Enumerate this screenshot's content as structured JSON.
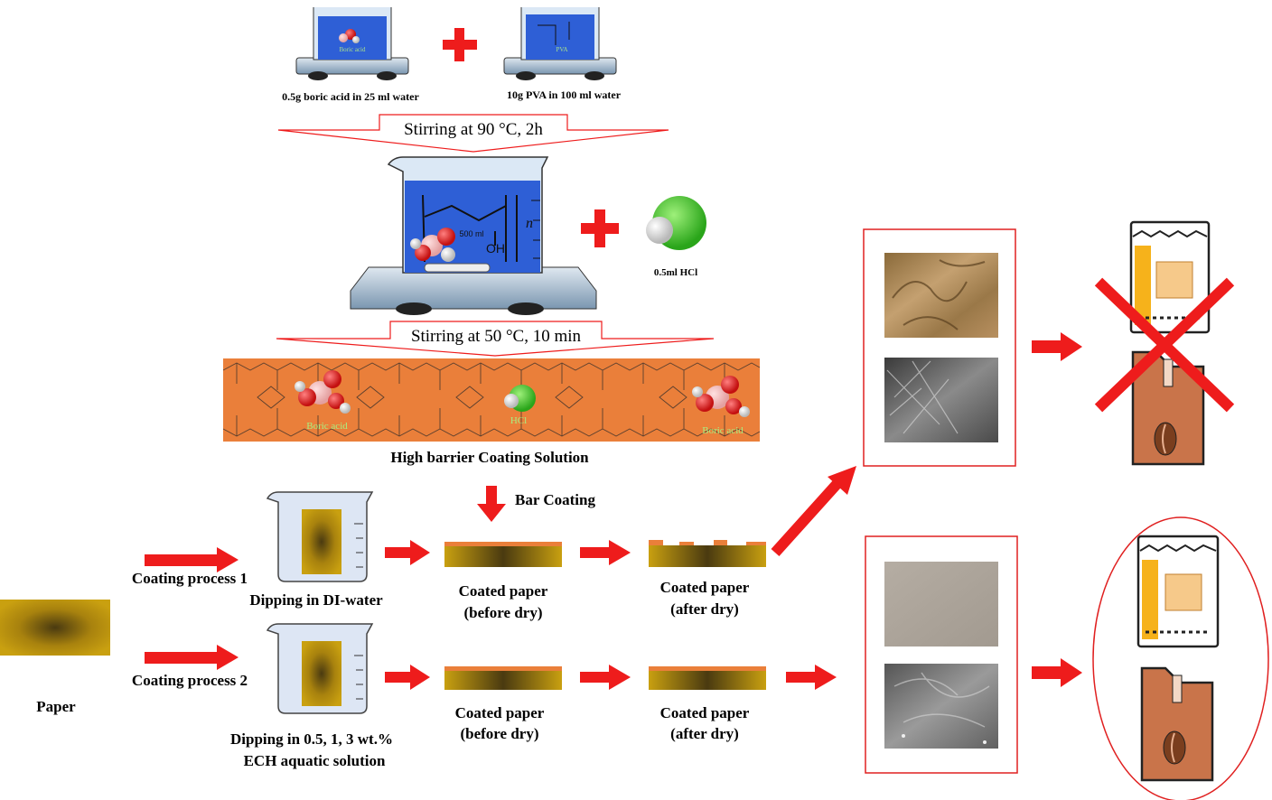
{
  "top": {
    "beaker_boric_label": "Boric acid",
    "beaker_pva_label": "PVA",
    "boric_caption": "0.5g boric acid in 25 ml water",
    "pva_caption": "10g PVA in 100 ml water",
    "stir1": "Stirring at 90 °C, 2h",
    "big_beaker_volume": "500 ml",
    "hcl_caption": "0.5ml HCl",
    "stir2": "Stirring at 50 °C, 10 min"
  },
  "band": {
    "left_label": "Boric acid",
    "center_label": "HCl",
    "right_label": "Boric acid",
    "caption": "High barrier Coating Solution"
  },
  "process": {
    "bar_coating": "Bar Coating",
    "process1": "Coating process 1",
    "dip1": "Dipping in DI-water",
    "process2": "Coating process 2",
    "dip2_line1": "Dipping in 0.5, 1, 3 wt.%",
    "dip2_line2": "ECH aquatic solution",
    "paper": "Paper",
    "coated1_line1": "Coated paper",
    "coated1_line2": "(before dry)",
    "coated2_line1": "Coated paper",
    "coated2_line2": "(after dry)",
    "coated3_line1": "Coated paper",
    "coated3_line2": "(before dry)",
    "coated4_line1": "Coated paper",
    "coated4_line2": "(after dry)"
  },
  "colors": {
    "arrow": "#ee1c1c",
    "beaker_liquid": "#2e5fd6",
    "band": "#ea7f3a",
    "paper": "#c39a10",
    "frame": "#e02020"
  },
  "icons": [
    "plus-icon",
    "stirrer-icon",
    "beaker-icon",
    "molecule-icon",
    "snack-bag-icon",
    "coffee-bag-icon",
    "cross-icon",
    "arrow-icon"
  ]
}
